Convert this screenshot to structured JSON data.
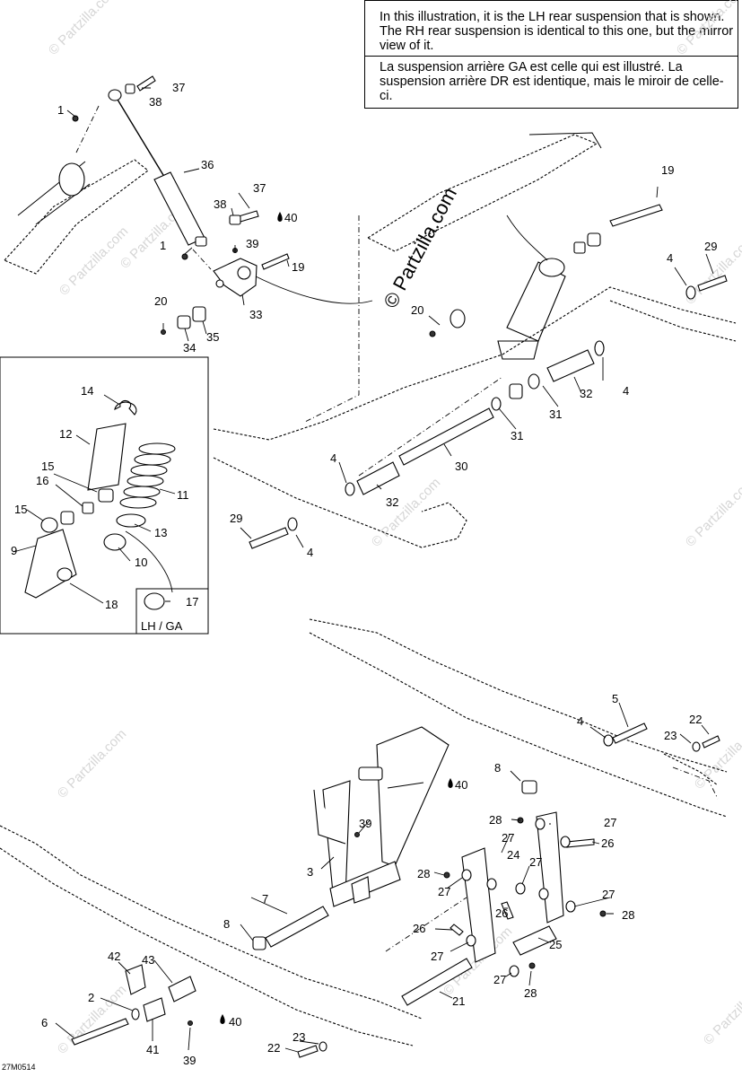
{
  "note": {
    "en": "In this illustration, it is the LH rear suspension that is shown. The RH rear suspension is identical to this one, but the mirror view of it.",
    "fr": "La suspension arrière GA est celle qui est illustré. La suspension arrière DR est identique, mais le miroir de celle-ci."
  },
  "watermark": {
    "center": "© Partzilla.com",
    "corner": "© Partzilla.com"
  },
  "inset": {
    "label": "LH / GA"
  },
  "reference_code": "27M0514",
  "callouts": {
    "c1a": "1",
    "c37a": "37",
    "c38a": "38",
    "c36": "36",
    "c37b": "37",
    "c38b": "38",
    "c40a": "40",
    "c1b": "1",
    "c39a": "39",
    "c19a": "19",
    "c20a": "20",
    "c33": "33",
    "c34": "34",
    "c35": "35",
    "c19b": "19",
    "c29a": "29",
    "c4a": "4",
    "c20b": "20",
    "c32a": "32",
    "c4b": "4",
    "c31a": "31",
    "c31b": "31",
    "c30": "30",
    "c4c": "4",
    "c32b": "32",
    "c29b": "29",
    "c4d": "4",
    "c14": "14",
    "c12": "12",
    "c15a": "15",
    "c16": "16",
    "c11": "11",
    "c15b": "15",
    "c13": "13",
    "c9": "9",
    "c10": "10",
    "c18": "18",
    "c17": "17",
    "c5": "5",
    "c4e": "4",
    "c22a": "22",
    "c23a": "23",
    "c8a": "8",
    "c40b": "40",
    "c28a": "28",
    "c27a": "27",
    "c26a": "26",
    "c39b": "39",
    "c24": "24",
    "c3": "3",
    "c28b": "28",
    "c27b": "27",
    "c27c": "27",
    "c7": "7",
    "c26b": "26",
    "c27d": "27",
    "c28c": "28",
    "c8b": "8",
    "c26c": "26",
    "c27e": "27",
    "c25": "25",
    "c42": "42",
    "c43": "43",
    "c27f": "27",
    "c2": "2",
    "c28d": "28",
    "c21": "21",
    "c6": "6",
    "c40c": "40",
    "c41": "41",
    "c39c": "39",
    "c22b": "22",
    "c23b": "23"
  }
}
